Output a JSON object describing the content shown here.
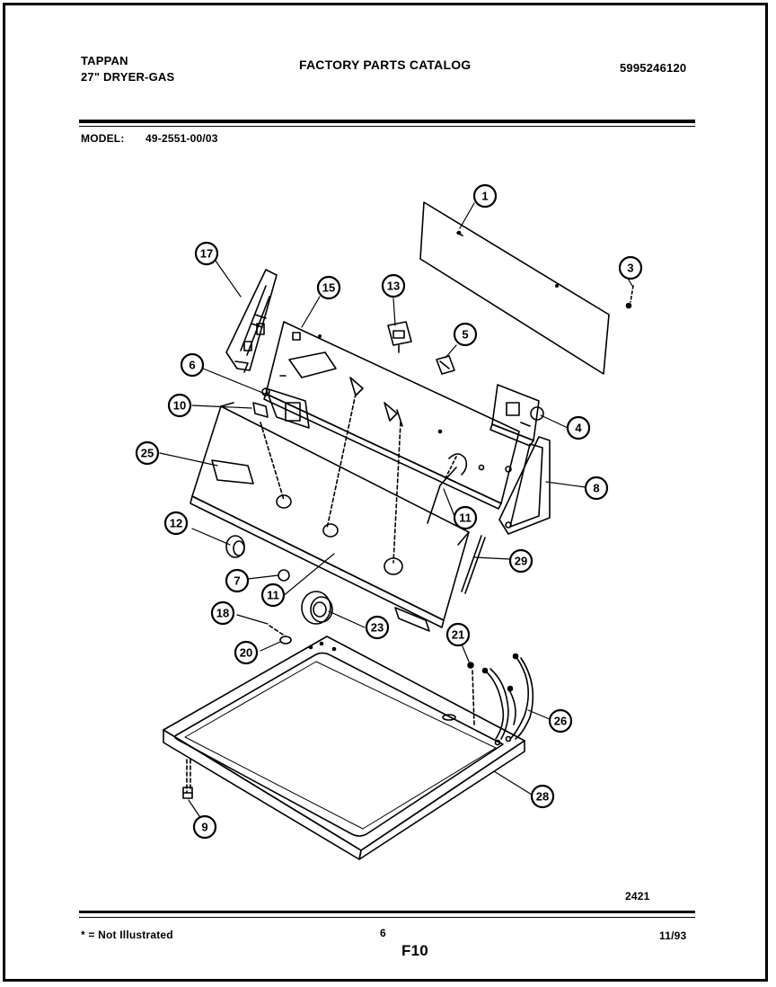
{
  "header": {
    "brand": "TAPPAN",
    "product": "27\" DRYER-GAS",
    "catalog_title": "FACTORY PARTS CATALOG",
    "catalog_number": "5995246120",
    "model_label": "MODEL:",
    "model_number": "49-2551-00/03"
  },
  "diagram": {
    "drawing_number": "2421",
    "callouts": [
      {
        "id": "c1",
        "label": "1"
      },
      {
        "id": "c3",
        "label": "3"
      },
      {
        "id": "c17",
        "label": "17"
      },
      {
        "id": "c15",
        "label": "15"
      },
      {
        "id": "c13",
        "label": "13"
      },
      {
        "id": "c5",
        "label": "5"
      },
      {
        "id": "c6",
        "label": "6"
      },
      {
        "id": "c10",
        "label": "10"
      },
      {
        "id": "c4",
        "label": "4"
      },
      {
        "id": "c25",
        "label": "25"
      },
      {
        "id": "c8",
        "label": "8"
      },
      {
        "id": "c11a",
        "label": "11"
      },
      {
        "id": "c12",
        "label": "12"
      },
      {
        "id": "c29",
        "label": "29"
      },
      {
        "id": "c7",
        "label": "7"
      },
      {
        "id": "c11b",
        "label": "11"
      },
      {
        "id": "c23",
        "label": "23"
      },
      {
        "id": "c18",
        "label": "18"
      },
      {
        "id": "c21",
        "label": "21"
      },
      {
        "id": "c20",
        "label": "20"
      },
      {
        "id": "c26",
        "label": "26"
      },
      {
        "id": "c28",
        "label": "28"
      },
      {
        "id": "c9",
        "label": "9"
      }
    ]
  },
  "footer": {
    "note": "* = Not Illustrated",
    "page": "6",
    "figure": "F10",
    "date": "11/93"
  }
}
